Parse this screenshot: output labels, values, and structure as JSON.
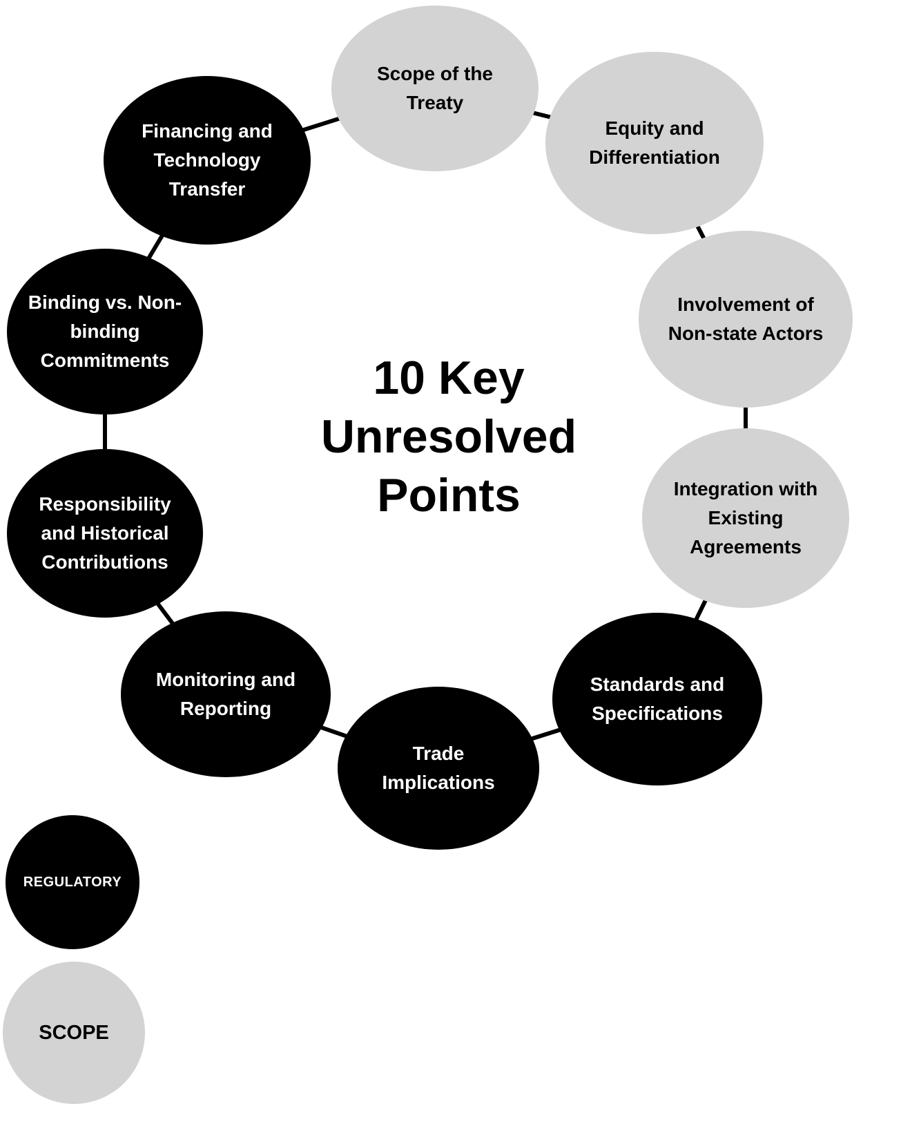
{
  "title": "10 Key Unresolved Points",
  "colors": {
    "regulatory": "#000000",
    "scope": "#d3d3d3",
    "background": "#ffffff",
    "connector": "#000000"
  },
  "nodes": [
    {
      "label": "Scope of the Treaty",
      "category": "scope"
    },
    {
      "label": "Equity and Differentiation",
      "category": "scope"
    },
    {
      "label": "Involvement of Non-state Actors",
      "category": "scope"
    },
    {
      "label": "Integration with Existing Agreements",
      "category": "scope"
    },
    {
      "label": "Standards and Specifications",
      "category": "regulatory"
    },
    {
      "label": "Trade Implications",
      "category": "regulatory"
    },
    {
      "label": "Monitoring and Reporting",
      "category": "regulatory"
    },
    {
      "label": "Responsibility and Historical Contributions",
      "category": "regulatory"
    },
    {
      "label": "Binding vs. Non-binding Commitments",
      "category": "regulatory"
    },
    {
      "label": "Financing and Technology Transfer",
      "category": "regulatory"
    }
  ],
  "connections": [
    [
      0,
      1
    ],
    [
      1,
      2
    ],
    [
      2,
      3
    ],
    [
      3,
      4
    ],
    [
      4,
      5
    ],
    [
      5,
      6
    ],
    [
      6,
      7
    ],
    [
      7,
      8
    ],
    [
      8,
      9
    ],
    [
      9,
      0
    ]
  ],
  "legend": [
    {
      "label": "REGULATORY",
      "category": "regulatory"
    },
    {
      "label": "SCOPE",
      "category": "scope"
    }
  ]
}
